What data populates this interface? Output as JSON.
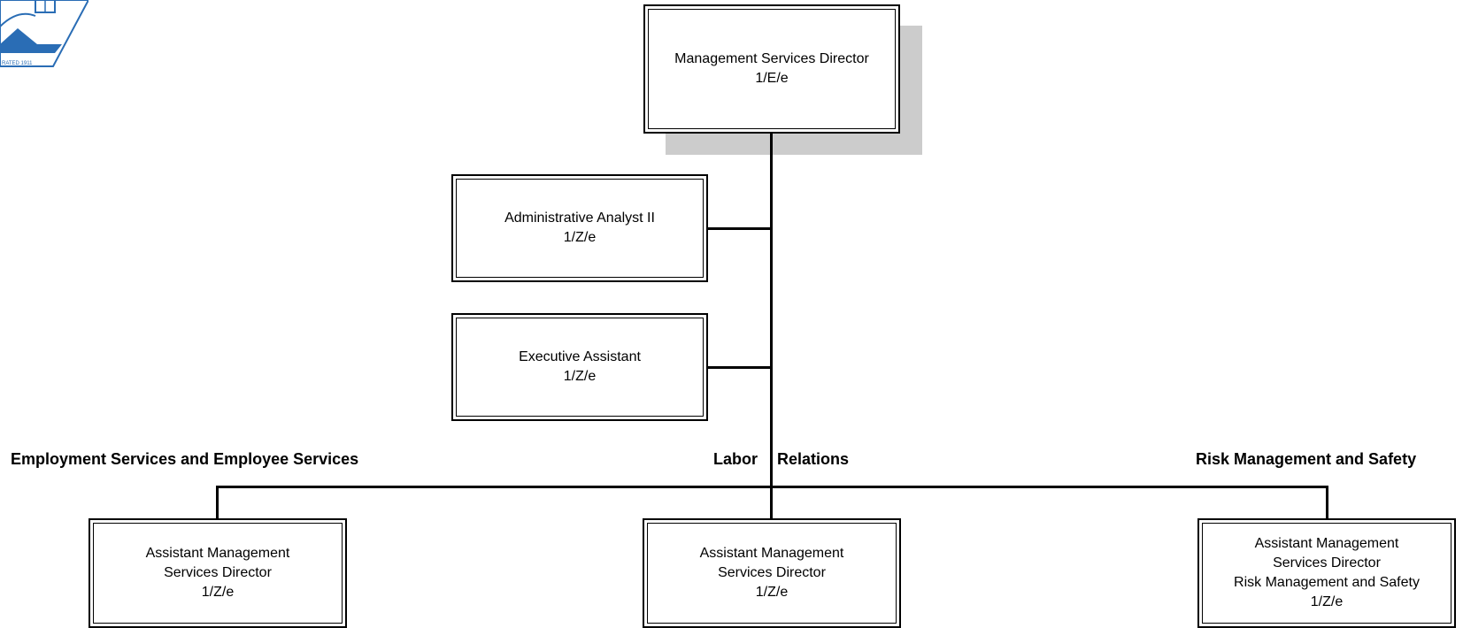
{
  "logo": {
    "text": "RATED 1911",
    "accent": "#2a6db5"
  },
  "director": {
    "title": "Management Services Director",
    "code": "1/E/e"
  },
  "staff": [
    {
      "title": "Administrative Analyst II",
      "code": "1/Z/e"
    },
    {
      "title": "Executive Assistant",
      "code": "1/Z/e"
    }
  ],
  "sections": [
    {
      "label": "Employment Services and Employee Services",
      "box": {
        "lines": [
          "Assistant Management",
          "Services Director",
          "1/Z/e"
        ]
      }
    },
    {
      "label_left": "Labor",
      "label_right": "Relations",
      "box": {
        "lines": [
          "Assistant Management",
          "Services Director",
          "1/Z/e"
        ]
      }
    },
    {
      "label": "Risk Management and Safety",
      "box": {
        "lines": [
          "Assistant Management",
          "Services Director",
          "Risk Management and Safety",
          "1/Z/e"
        ]
      }
    }
  ],
  "colors": {
    "shadow": "#cccccc",
    "line": "#000000"
  }
}
